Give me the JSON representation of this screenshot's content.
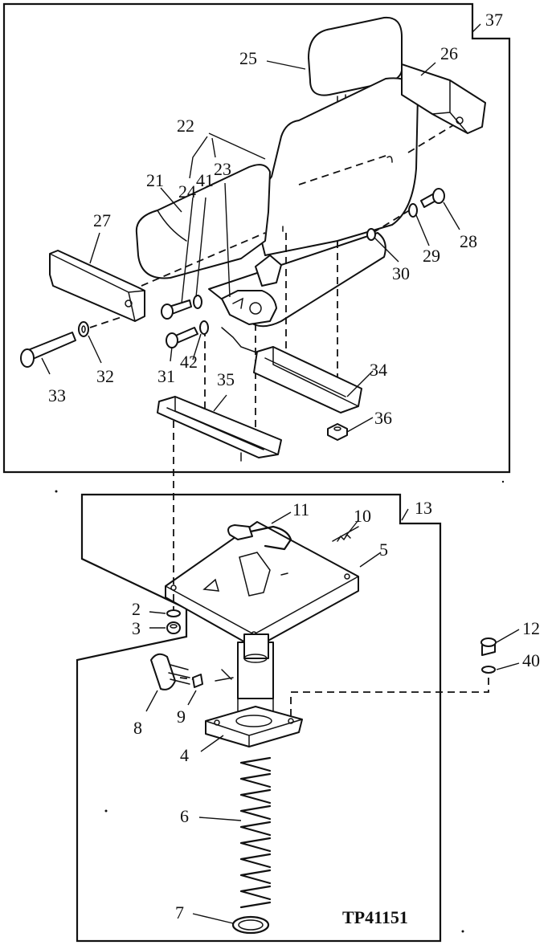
{
  "figure_id": "TP41151",
  "callouts": {
    "c2": "2",
    "c3": "3",
    "c4": "4",
    "c5": "5",
    "c6": "6",
    "c7": "7",
    "c8": "8",
    "c9": "9",
    "c10": "10",
    "c11": "11",
    "c12": "12",
    "c13": "13",
    "c21": "21",
    "c22": "22",
    "c23": "23",
    "c24": "24",
    "c25": "25",
    "c26": "26",
    "c27": "27",
    "c28": "28",
    "c29": "29",
    "c30": "30",
    "c31": "31",
    "c32": "32",
    "c33": "33",
    "c34": "34",
    "c35": "35",
    "c36": "36",
    "c37": "37",
    "c40": "40",
    "c41": "41",
    "c42": "42"
  }
}
